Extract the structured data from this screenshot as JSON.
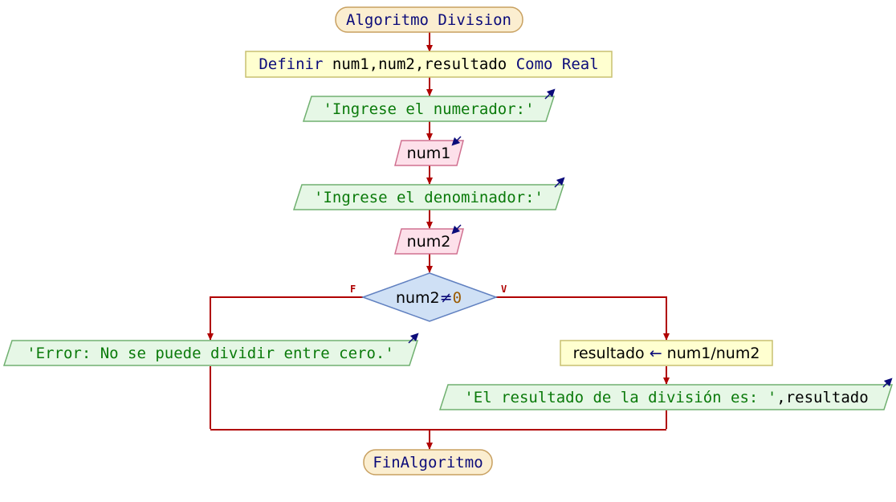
{
  "nodes": {
    "start": "Algoritmo Division",
    "define_kw": "Definir",
    "define_vars": "num1,num2,resultado",
    "define_as": "Como Real",
    "prompt1": "'Ingrese el numerador:'",
    "read1": "num1",
    "prompt2": "'Ingrese el denominador:'",
    "read2": "num2",
    "cond_var": "num2",
    "cond_op": "≠",
    "cond_val": "0",
    "false_label": "F",
    "true_label": "V",
    "error_msg": "'Error: No se puede dividir entre cero.'",
    "assign_target": "resultado",
    "assign_op": "←",
    "assign_expr": "num1/num2",
    "result_msg": "'El resultado de la división es: '",
    "result_var": ",resultado",
    "end": "FinAlgoritmo"
  },
  "colors": {
    "terminal_fill": "#fbeed0",
    "terminal_stroke": "#c8a060",
    "process_fill": "#ffffd0",
    "process_stroke": "#c8c070",
    "output_fill": "#e6f7e6",
    "output_stroke": "#70b070",
    "input_fill": "#fde0ea",
    "input_stroke": "#d07090",
    "decision_fill": "#cfe0f5",
    "decision_stroke": "#6080c0",
    "connector": "#b00000"
  }
}
